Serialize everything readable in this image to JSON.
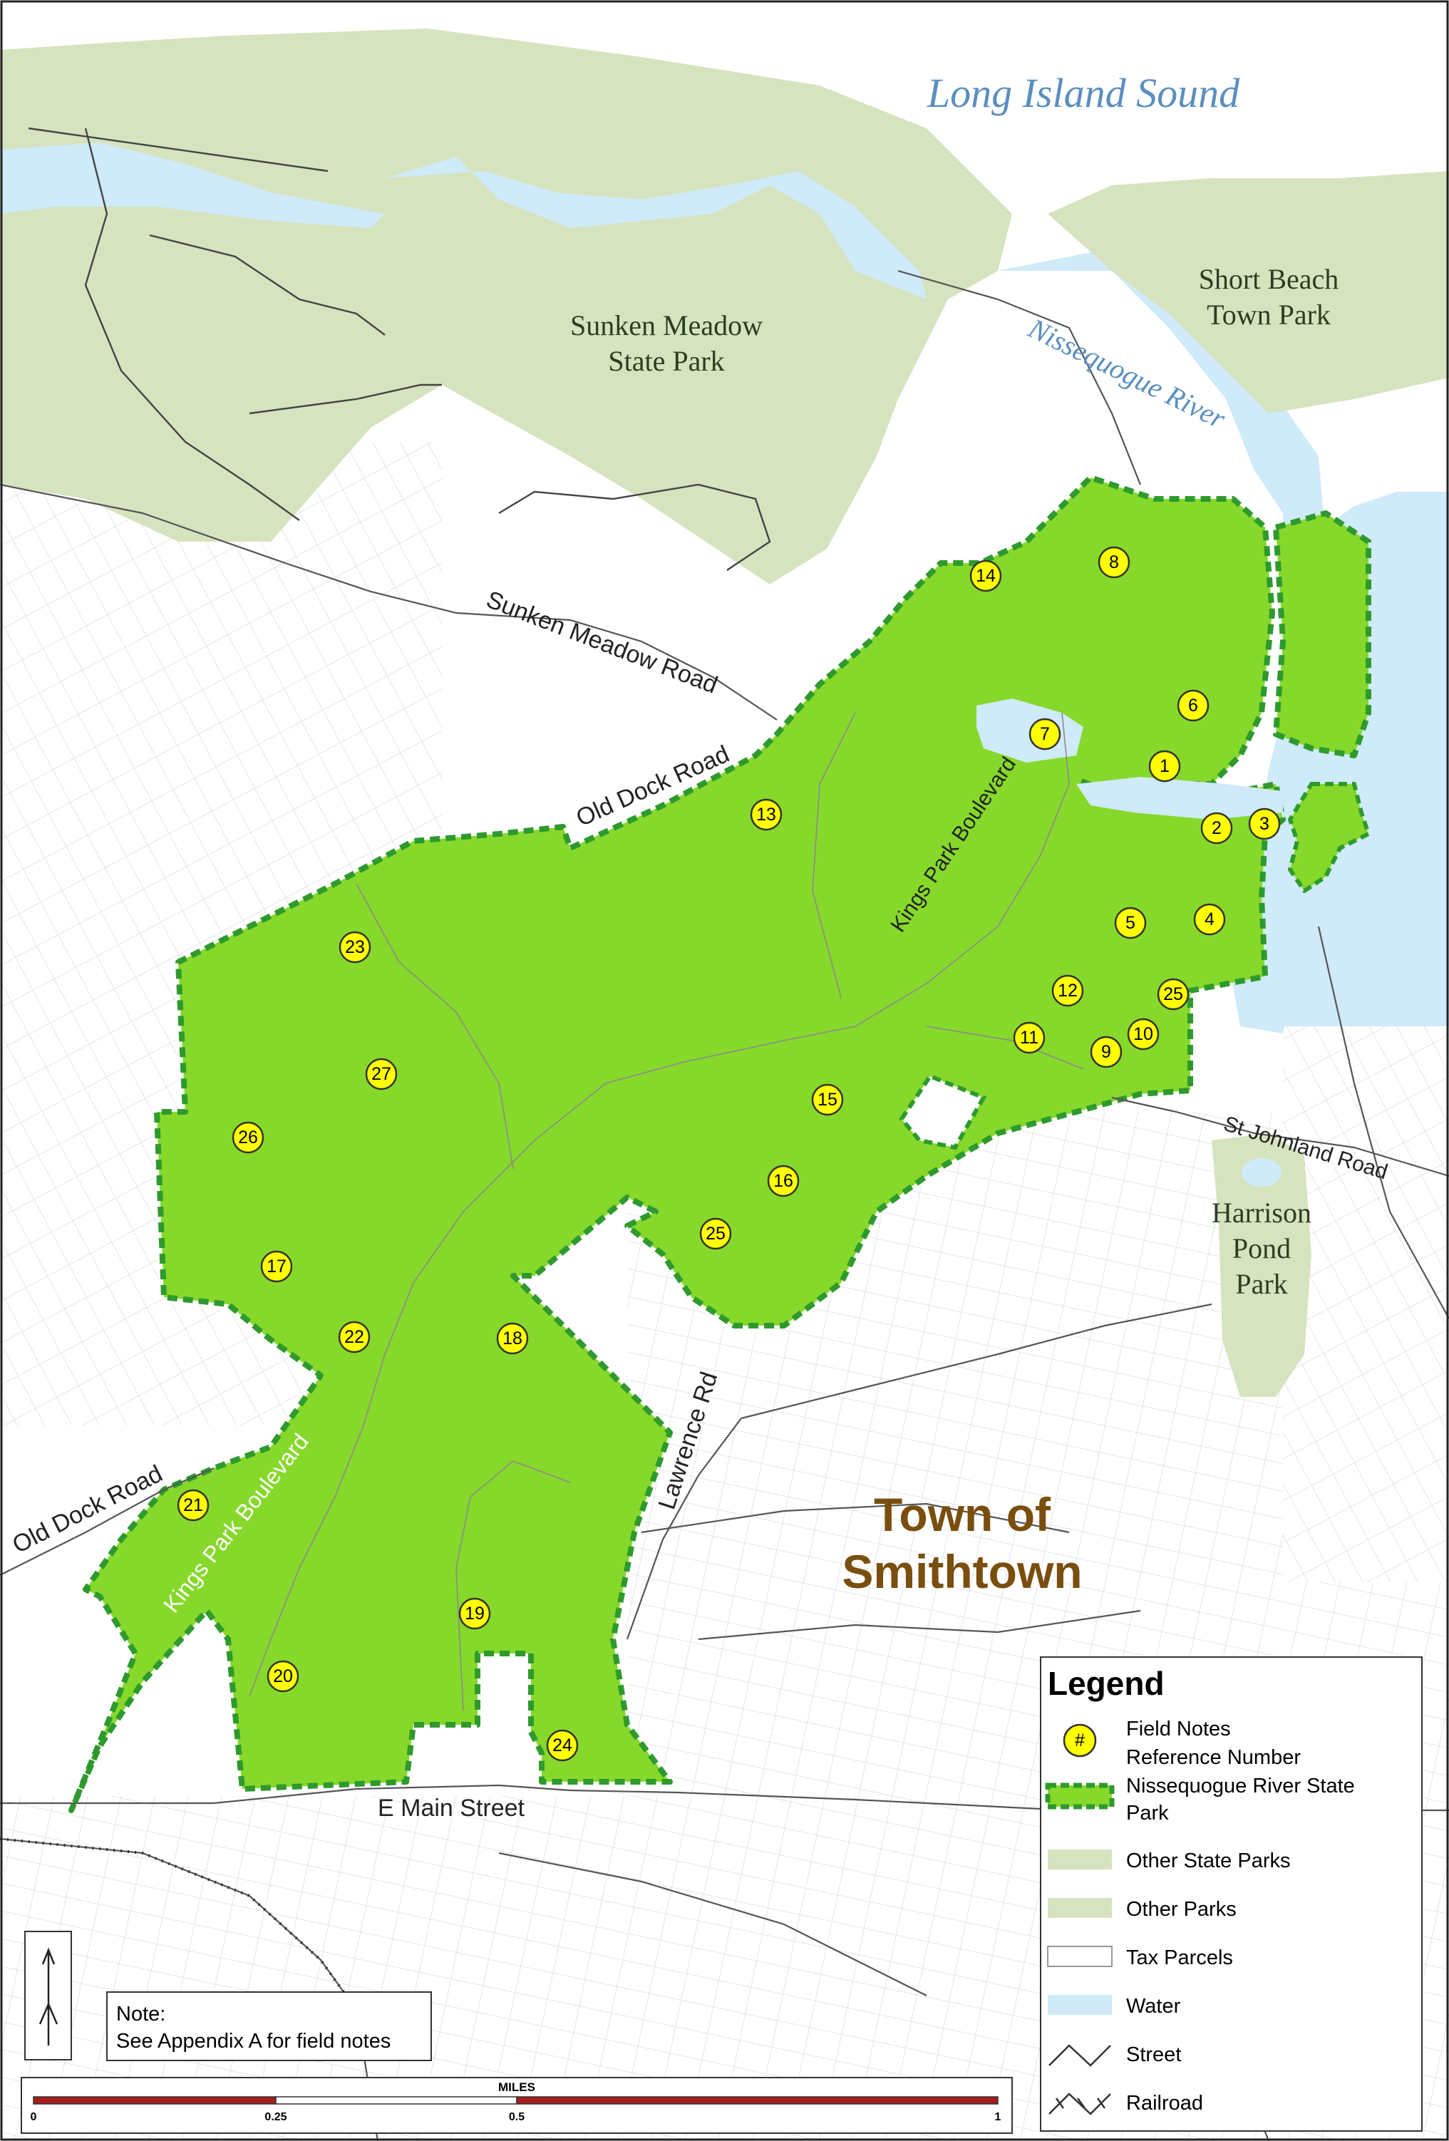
{
  "map": {
    "labels": {
      "long_island_sound": "Long Island Sound",
      "nissequogue_river": "Nissequogue River",
      "sunken_meadow_park": [
        "Sunken Meadow",
        "State Park"
      ],
      "short_beach_park": [
        "Short Beach",
        "Town Park"
      ],
      "harrison_pond_park": [
        "Harrison",
        "Pond",
        "Park"
      ],
      "town_of_smithtown": [
        "Town of",
        "Smithtown"
      ]
    },
    "roads": {
      "sunken_meadow_road": "Sunken Meadow Road",
      "old_dock_road_north": "Old Dock Road",
      "old_dock_road_west": "Old Dock Road",
      "kings_park_blvd_north": "Kings Park Boulevard",
      "kings_park_blvd_south": "Kings Park Boulevard",
      "lawrence_rd": "Lawrence Rd",
      "st_johnland_road": "St Johnland Road",
      "e_main_street": "E Main Street"
    },
    "markers": [
      "14",
      "8",
      "7",
      "6",
      "1",
      "2",
      "3",
      "13",
      "5",
      "4",
      "12",
      "25",
      "11",
      "10",
      "9",
      "23",
      "27",
      "15",
      "26",
      "16",
      "17",
      "25",
      "22",
      "18",
      "21",
      "19",
      "20",
      "24"
    ]
  },
  "legend": {
    "title": "Legend",
    "items": [
      {
        "label": [
          "Field Notes",
          "Reference Number"
        ],
        "symbol": "#"
      },
      {
        "label": [
          "Nissequogue River State",
          "Park"
        ]
      },
      {
        "label": [
          "Other State Parks"
        ]
      },
      {
        "label": [
          "Other Parks"
        ]
      },
      {
        "label": [
          "Tax Parcels"
        ]
      },
      {
        "label": [
          "Water"
        ]
      },
      {
        "label": [
          "Street"
        ]
      },
      {
        "label": [
          "Railroad"
        ]
      }
    ]
  },
  "note": {
    "lines": [
      "Note:",
      "See Appendix A for field notes"
    ]
  },
  "scale_bar": {
    "title": "MILES",
    "ticks": [
      "0",
      "0.25",
      "0.5",
      "1"
    ]
  },
  "colors": {
    "water": "#cfeaf8",
    "state_park": "#d6e3bf",
    "nissequogue_park": "#86d82a",
    "park_border": "#2e9a2e",
    "marker_fill": "#ffff00",
    "town_label": "#7a4e0e",
    "water_label": "#5a8fbf"
  }
}
